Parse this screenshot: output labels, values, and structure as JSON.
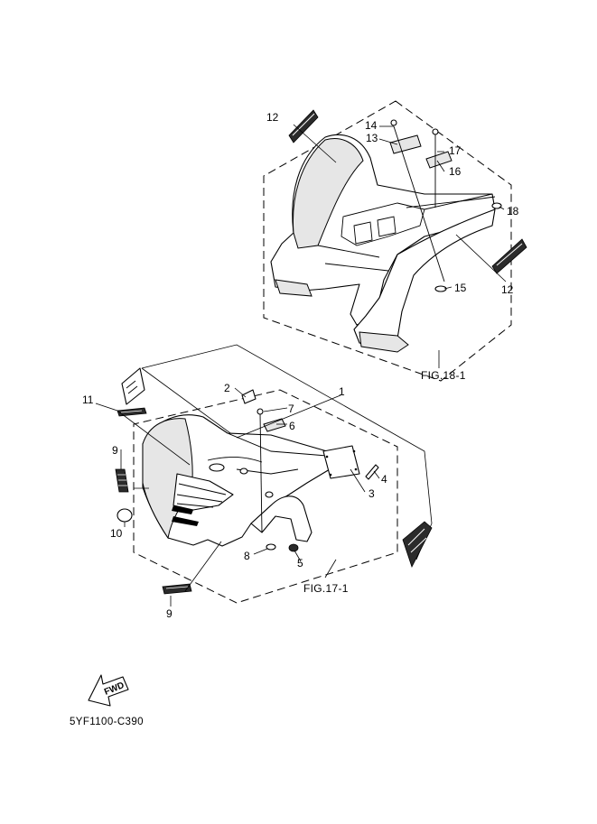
{
  "figure_refs": {
    "rear": "FIG.18-1",
    "front": "FIG.17-1"
  },
  "diagram_code": "5YF1100-C390",
  "fwd_arrow_text": "FWD",
  "callouts": {
    "c1": "1",
    "c2": "2",
    "c3": "3",
    "c4": "4",
    "c5": "5",
    "c6": "6",
    "c7": "7",
    "c8": "8",
    "c9a": "9",
    "c9b": "9",
    "c10": "10",
    "c11": "11",
    "c12a": "12",
    "c12b": "12",
    "c13": "13",
    "c14": "14",
    "c15": "15",
    "c16": "16",
    "c17": "17",
    "c18": "18"
  }
}
